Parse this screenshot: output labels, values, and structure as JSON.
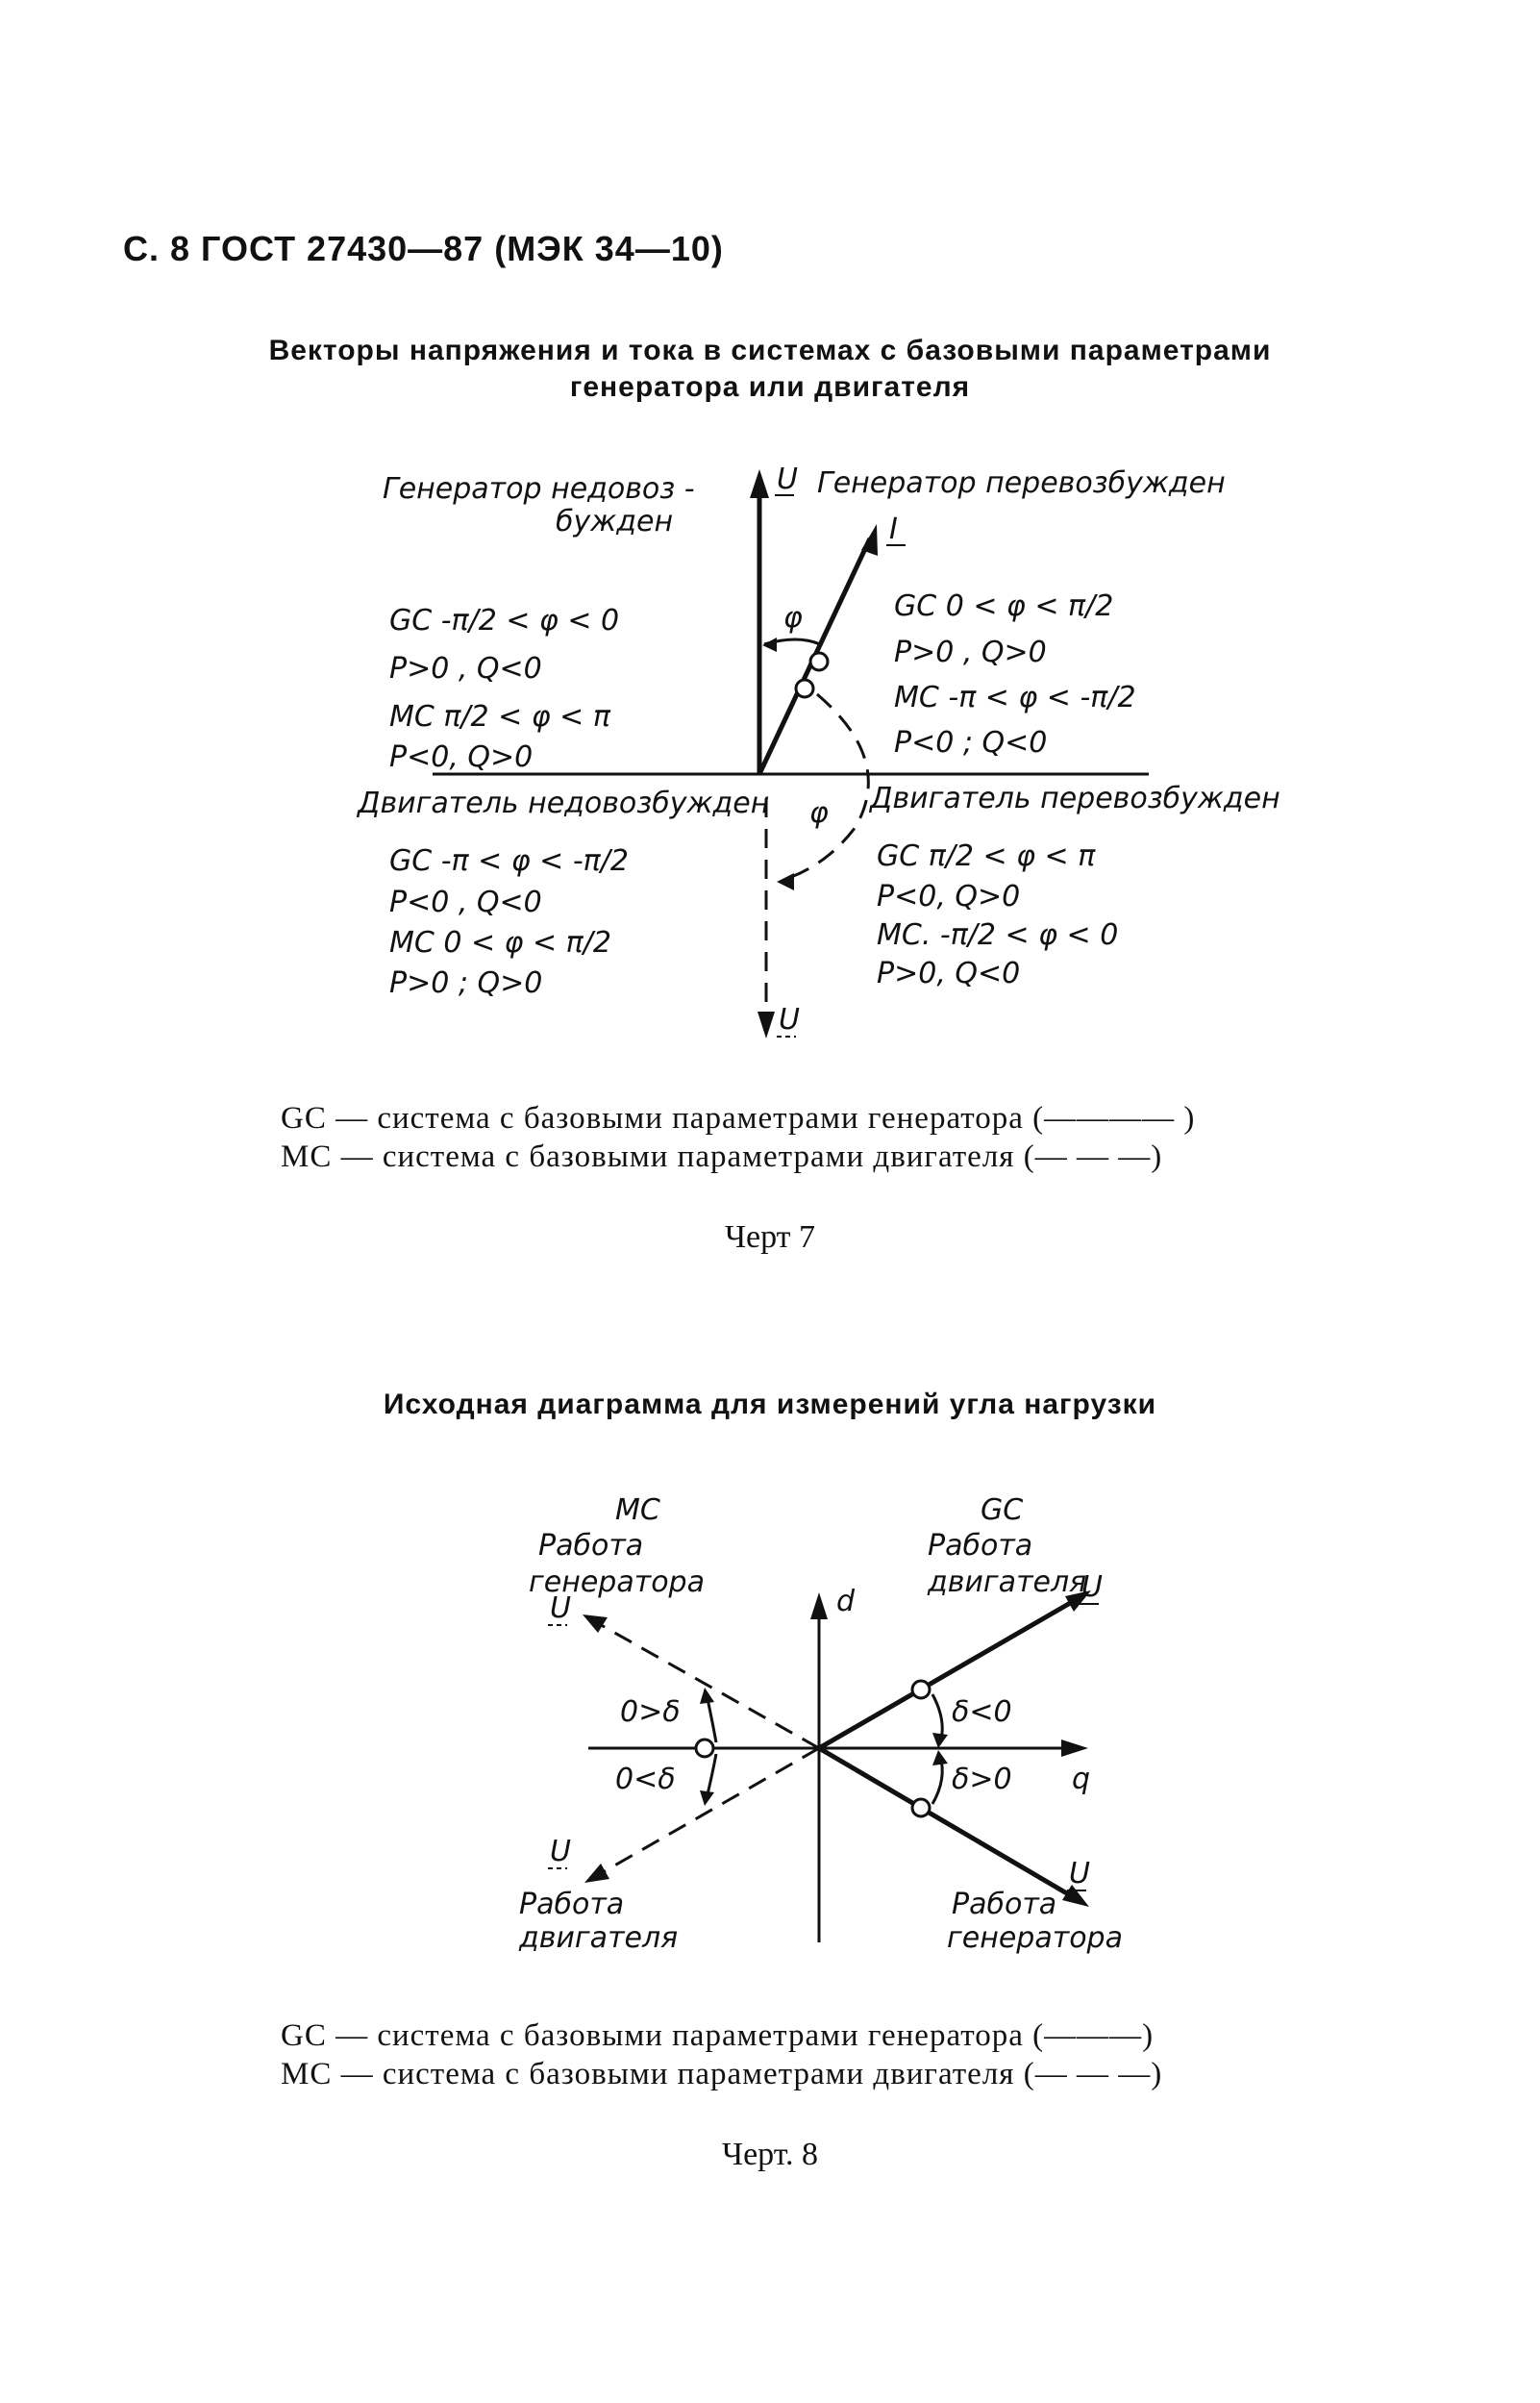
{
  "header": "С. 8 ГОСТ 27430—87 (МЭК 34—10)",
  "fig7": {
    "title_line1": "Векторы напряжения и тока в системах с базовыми параметрами",
    "title_line2": "генератора или двигателя",
    "labels": {
      "axis_u_top": "U",
      "axis_u_bottom": "U",
      "current_i": "I",
      "phi": "φ",
      "q2_title_1": "Генератор недовоз -",
      "q2_title_2": "бужден",
      "q1_title": "Генератор перевозбужден",
      "q3_title": "Двигатель недовозбужден",
      "q4_title": "Двигатель перевозбужден"
    },
    "q2_lines": [
      "GC -π/2 < φ < 0",
      "P>0 , Q<0",
      "MC π/2 < φ < π",
      "P<0, Q>0"
    ],
    "q1_lines": [
      "GC 0 < φ < π/2",
      "P>0 , Q>0",
      "MC -π < φ < -π/2",
      "P<0 ; Q<0"
    ],
    "q3_lines": [
      "GC -π < φ < -π/2",
      "P<0 , Q<0",
      "MC 0 < φ < π/2",
      "P>0 ; Q>0"
    ],
    "q4_lines": [
      "GC π/2 < φ < π",
      "P<0, Q>0",
      "MC. -π/2 < φ < 0",
      "P>0, Q<0"
    ],
    "legend_gc": "GC — система с базовыми параметрами генератора (———— )",
    "legend_mc": "MC — система с базовыми параметрами двигателя (— — —)",
    "caption": "Черт 7"
  },
  "fig8": {
    "title": "Исходная диаграмма для измерений угла нагрузки",
    "labels": {
      "mc_top": "MC",
      "mc_work_gen_1": "Работа",
      "mc_work_gen_2": "генератора",
      "gc_top": "GC",
      "gc_work_motor_1": "Работа",
      "gc_work_motor_2": "двигателя",
      "axis_d": "d",
      "axis_q": "q",
      "u_upper_right": "U",
      "u_upper_left": "U",
      "u_lower_left": "U",
      "u_lower_right": "U",
      "delta_neg": "δ<0",
      "delta_pos": "δ>0",
      "left_upper": "0>δ",
      "left_lower": "0<δ",
      "bl_work_1": "Работа",
      "bl_work_2": "двигателя",
      "br_work_1": "Работа",
      "br_work_2": "генератора"
    },
    "legend_gc": "GC — система с базовыми параметрами генератора (———)",
    "legend_mc": "MC — система с базовыми параметрами двигателя (— — —)",
    "caption": "Черт. 8"
  }
}
